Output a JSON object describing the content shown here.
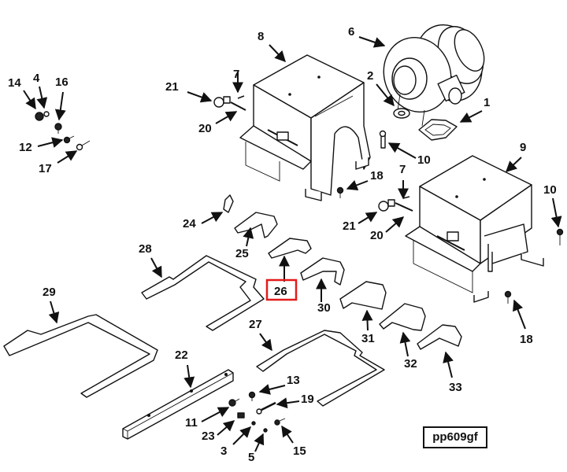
{
  "figure": {
    "id_label": "pp609gf",
    "highlight_color": "#e31b1b",
    "line_color": "#111111",
    "background": "#ffffff"
  },
  "callouts": [
    {
      "num": "1",
      "part": "exhaust-outlet-gasket"
    },
    {
      "num": "2",
      "part": "exhaust-inlet-gasket"
    },
    {
      "num": "3",
      "part": "small-nut"
    },
    {
      "num": "4",
      "part": "washer"
    },
    {
      "num": "5",
      "part": "small-washer"
    },
    {
      "num": "6",
      "part": "turbocharger"
    },
    {
      "num": "7",
      "part": "cotter-pin"
    },
    {
      "num": "8",
      "part": "shroud-left"
    },
    {
      "num": "9",
      "part": "shroud-right"
    },
    {
      "num": "10",
      "part": "bolt"
    },
    {
      "num": "11",
      "part": "spacer"
    },
    {
      "num": "12",
      "part": "screw"
    },
    {
      "num": "13",
      "part": "nut"
    },
    {
      "num": "14",
      "part": "knob"
    },
    {
      "num": "15",
      "part": "screw"
    },
    {
      "num": "16",
      "part": "nut"
    },
    {
      "num": "17",
      "part": "screw"
    },
    {
      "num": "18",
      "part": "bolt"
    },
    {
      "num": "19",
      "part": "stud"
    },
    {
      "num": "20",
      "part": "pin"
    },
    {
      "num": "21",
      "part": "latch"
    },
    {
      "num": "22",
      "part": "rail"
    },
    {
      "num": "23",
      "part": "clip"
    },
    {
      "num": "24",
      "part": "clip"
    },
    {
      "num": "25",
      "part": "bracket"
    },
    {
      "num": "26",
      "part": "bracket",
      "highlighted": true
    },
    {
      "num": "27",
      "part": "frame-right"
    },
    {
      "num": "28",
      "part": "frame-center"
    },
    {
      "num": "29",
      "part": "frame-left"
    },
    {
      "num": "30",
      "part": "bracket"
    },
    {
      "num": "31",
      "part": "bracket"
    },
    {
      "num": "32",
      "part": "bracket"
    },
    {
      "num": "33",
      "part": "bracket"
    }
  ]
}
